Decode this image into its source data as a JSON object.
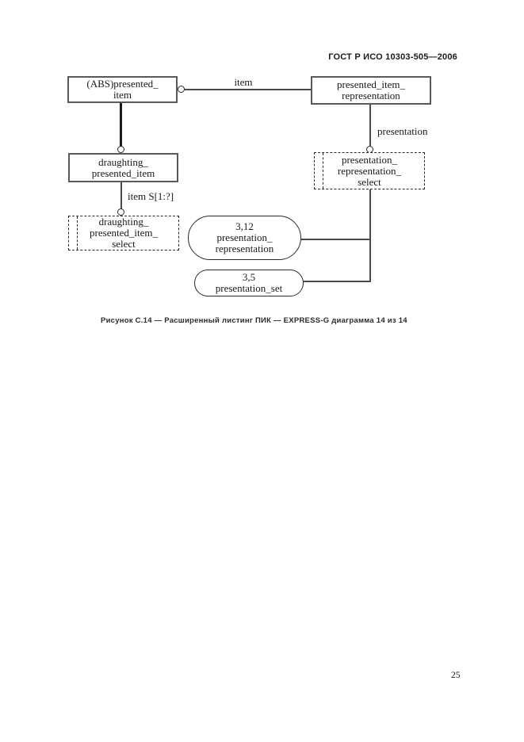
{
  "page": {
    "header": "ГОСТ Р ИСО 10303-505—2006",
    "caption": "Рисунок С.14 — Расширенный листинг ПИК — EXPRESS-G диаграмма 14 из 14",
    "page_number": "25"
  },
  "diagram": {
    "type": "express-g",
    "entities": [
      {
        "name": "abs_presented_item",
        "kind": "entity-box",
        "lines": [
          "(ABS)presented_",
          "item"
        ]
      },
      {
        "name": "presented_item_representation",
        "kind": "entity-box",
        "lines": [
          "presented_item_",
          "representation"
        ]
      },
      {
        "name": "draughting_presented_item",
        "kind": "entity-box",
        "lines": [
          "draughting_",
          "presented_item"
        ]
      },
      {
        "name": "presentation_representation_select",
        "kind": "select-box-dashed",
        "lines": [
          "presentation_",
          "representation_",
          "select"
        ]
      },
      {
        "name": "draughting_presented_item_select",
        "kind": "select-box-dashed",
        "lines": [
          "draughting_",
          "presented_item_",
          "select"
        ]
      },
      {
        "name": "presentation_representation_pageref",
        "kind": "page-ref-rounded",
        "lines": [
          "3,12",
          "presentation_",
          "representation"
        ]
      },
      {
        "name": "presentation_set_pageref",
        "kind": "page-ref-rounded",
        "lines": [
          "3,5",
          "presentation_set"
        ]
      }
    ],
    "edges": [
      {
        "label": "item",
        "from": "abs_presented_item",
        "to": "presented_item_representation"
      },
      {
        "label": "presentation",
        "from": "presented_item_representation",
        "to": "presentation_representation_select"
      },
      {
        "label": "item S[1:?]",
        "from": "draughting_presented_item",
        "to": "draughting_presented_item_select"
      },
      {
        "label": "",
        "from": "abs_presented_item",
        "to": "draughting_presented_item"
      },
      {
        "label": "",
        "from": "presentation_representation_select",
        "to": "presentation_representation_pageref"
      },
      {
        "label": "",
        "from": "presentation_representation_select",
        "to": "presentation_set_pageref"
      }
    ]
  }
}
